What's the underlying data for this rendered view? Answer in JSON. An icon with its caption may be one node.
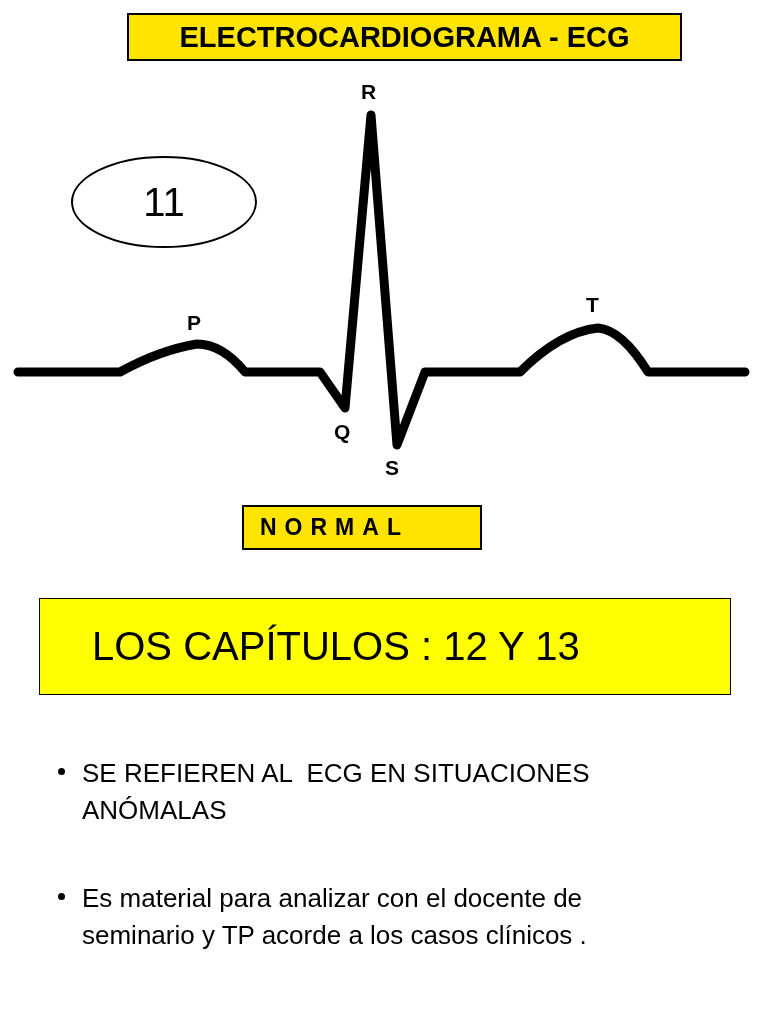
{
  "diagram": {
    "title": "ELECTROCARDIOGRAMA - ECG",
    "nodes": [
      {
        "text": [
          "11"
        ]
      },
      {
        "text": [
          "NORMAL"
        ]
      },
      {
        "text": [
          "LOS CAPÍTULOS : 12 Y 13"
        ]
      }
    ],
    "labels": [
      "R",
      "P",
      "T",
      "Q",
      "S",
      "SE REFIEREN AL  ECG EN SITUACIONES ANÓMALAS",
      "Es material para analizar con el docente de seminario y TP acorde a los casos clínicos ."
    ]
  }
}
